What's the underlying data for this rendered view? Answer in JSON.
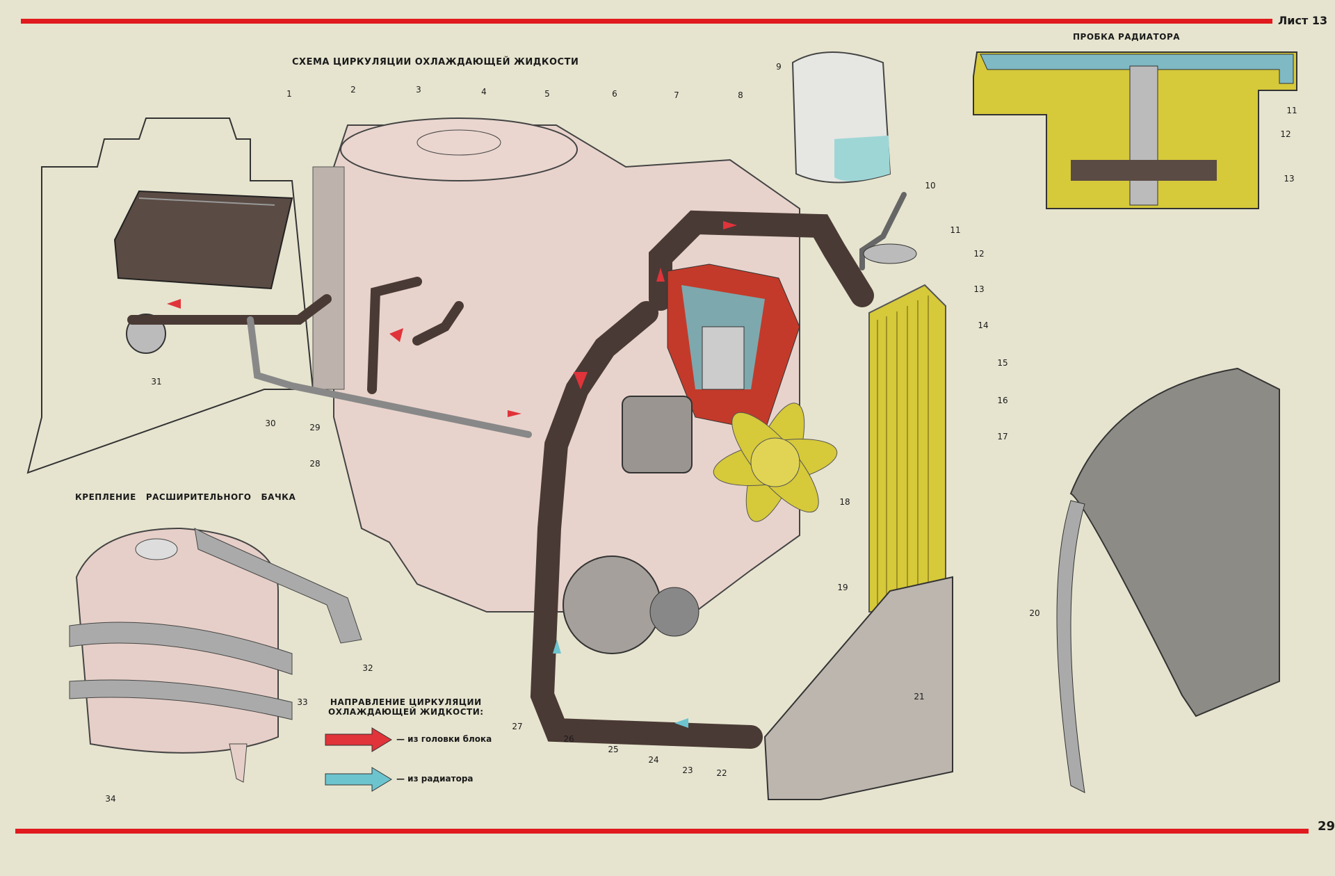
{
  "header": {
    "sheet_label": "Лист 13",
    "page_number": "29"
  },
  "titles": {
    "circulation_scheme": "СХЕМА ЦИРКУЛЯЦИИ ОХЛАЖДАЮЩЕЙ ЖИДКОСТИ",
    "radiator_cap": "ПРОБКА РАДИАТОРА",
    "tank_mounting": "КРЕПЛЕНИЕ   РАСШИРИТЕЛЬНОГО   БАЧКА"
  },
  "legend": {
    "title_line1": "НАПРАВЛЕНИЕ ЦИРКУЛЯЦИИ",
    "title_line2": "ОХЛАЖДАЮЩЕЙ ЖИДКОСТИ:",
    "items": [
      {
        "label": "— из головки блока",
        "color": "#e0333a"
      },
      {
        "label": "— из радиатора",
        "color": "#6cc4cf"
      }
    ]
  },
  "callouts": [
    "1",
    "2",
    "3",
    "4",
    "5",
    "6",
    "7",
    "8",
    "9",
    "10",
    "11",
    "12",
    "13",
    "14",
    "15",
    "16",
    "17",
    "18",
    "19",
    "20",
    "21",
    "22",
    "23",
    "24",
    "25",
    "26",
    "27",
    "28",
    "29",
    "30",
    "31",
    "32",
    "33",
    "34"
  ],
  "cap_callouts": [
    "11",
    "12",
    "13"
  ],
  "colors": {
    "accent_red": "#e01a1e",
    "hot": "#e0333a",
    "cold": "#6cc4cf",
    "brass": "#d6c93a",
    "paper": "#e6e4cf"
  }
}
